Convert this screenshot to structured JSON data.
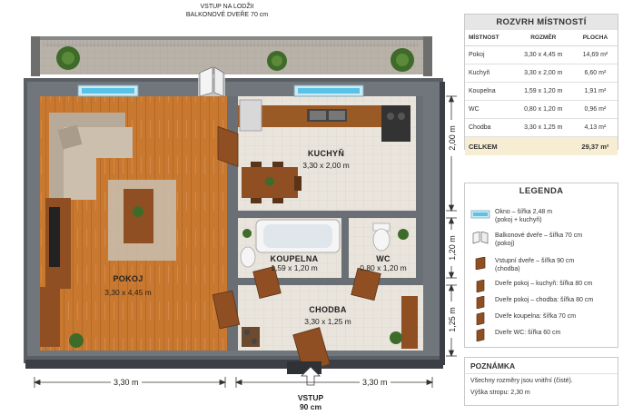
{
  "plan": {
    "balcony_label_1": "VSTUP NA LODŽII",
    "balcony_label_2": "BALKONOVÉ DVEŘE 70 cm",
    "rooms": {
      "pokoj": {
        "name": "POKOJ",
        "dim": "3,30 x 4,45 m"
      },
      "kuchyn": {
        "name": "KUCHYŇ",
        "dim": "3,30 x 2,00 m"
      },
      "koupelna": {
        "name": "KOUPELNA",
        "dim": "1,59 x 1,20 m"
      },
      "wc": {
        "name": "WC",
        "dim": "0,80 x 1,20 m"
      },
      "chodba": {
        "name": "CHODBA",
        "dim": "3,30 x 1,25 m"
      }
    },
    "dims": {
      "bottom_left": "3,30 m",
      "bottom_right": "3,30 m",
      "right_top": "2,00 m",
      "right_mid": "1,20 m",
      "right_bot": "1,25 m"
    },
    "entry_1": "VSTUP",
    "entry_2": "90 cm"
  },
  "rozvrh": {
    "title": "ROZVRH MÍSTNOSTÍ",
    "headers": [
      "MÍSTNOST",
      "ROZMĚR",
      "PLOCHA"
    ],
    "rows": [
      {
        "room": "Pokoj",
        "size": "3,30 x 4,45 m",
        "area": "14,69 m²"
      },
      {
        "room": "Kuchyň",
        "size": "3,30 x 2,00 m",
        "area": "6,60 m²"
      },
      {
        "room": "Koupelna",
        "size": "1,59 x 1,20 m",
        "area": "1,91 m²"
      },
      {
        "room": "WC",
        "size": "0,80 x 1,20 m",
        "area": "0,96 m²"
      },
      {
        "room": "Chodba",
        "size": "3,30 x 1,25 m",
        "area": "4,13 m²"
      }
    ],
    "total_label": "CELKEM",
    "total_value": "29,37 m²"
  },
  "legenda": {
    "title": "LEGENDA",
    "items": [
      {
        "icon": "window-icon",
        "line1": "Okno – šířka 2,48 m",
        "line2": "(pokoj + kuchyň)"
      },
      {
        "icon": "balcony-door-icon",
        "line1": "Balkonové dveře – šířka 70 cm",
        "line2": "(pokoj)"
      },
      {
        "icon": "door-icon",
        "line1": "Vstupní dveře – šířka 90 cm",
        "line2": "(chodba)"
      },
      {
        "icon": "door-icon",
        "line1": "Dveře pokoj – kuchyň: šířka 80 cm",
        "line2": ""
      },
      {
        "icon": "door-icon",
        "line1": "Dveře pokoj – chodba: šířka 80 cm",
        "line2": ""
      },
      {
        "icon": "door-icon",
        "line1": "Dveře koupelna: šířka 70 cm",
        "line2": ""
      },
      {
        "icon": "door-icon",
        "line1": "Dveře WC: šířka 60 cm",
        "line2": ""
      }
    ]
  },
  "poznamka": {
    "title": "POZNÁMKA",
    "line1": "Všechny rozměry jsou vnitřní (čisté).",
    "line2": "Výška stropu: 2,30 m"
  }
}
